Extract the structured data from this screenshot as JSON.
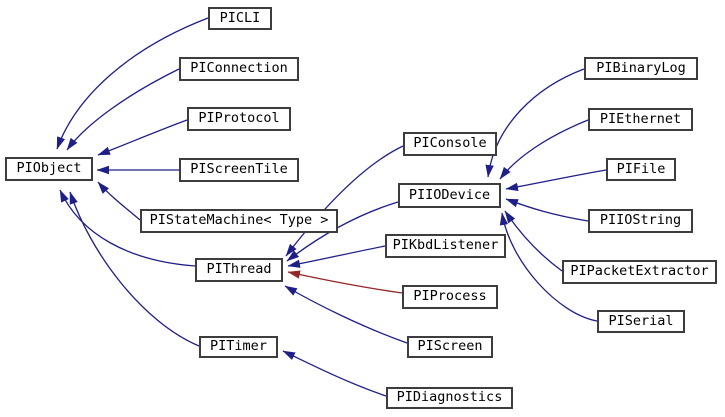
{
  "diagram": {
    "background": "#ffffff",
    "colors": {
      "public_inheritance_edge": "#1f1f8a",
      "private_inheritance_edge": "#942727",
      "box_border": "#3d3d3d",
      "box_fill": "#ffffff",
      "text": "#000000"
    },
    "nodes": {
      "piobject": "PIObject",
      "picli": "PICLI",
      "piconnection": "PIConnection",
      "piprotocol": "PIProtocol",
      "piscreentile": "PIScreenTile",
      "pistatemachine": "PIStateMachine< Type >",
      "pithread": "PIThread",
      "pitimer": "PITimer",
      "piconsole": "PIConsole",
      "piiodevice": "PIIODevice",
      "pikbdlistener": "PIKbdListener",
      "piprocess": "PIProcess",
      "piscreen": "PIScreen",
      "pibinarylog": "PIBinaryLog",
      "piethernet": "PIEthernet",
      "pifile": "PIFile",
      "piiostring": "PIIOString",
      "pipacketextractor": "PIPacketExtractor",
      "piserial": "PISerial",
      "pidiagnostics": "PIDiagnostics"
    },
    "edges": [
      {
        "from": "PICLI",
        "to": "PIObject",
        "type": "public"
      },
      {
        "from": "PIConnection",
        "to": "PIObject",
        "type": "public"
      },
      {
        "from": "PIProtocol",
        "to": "PIObject",
        "type": "public"
      },
      {
        "from": "PIScreenTile",
        "to": "PIObject",
        "type": "public"
      },
      {
        "from": "PIStateMachine< Type >",
        "to": "PIObject",
        "type": "public"
      },
      {
        "from": "PIThread",
        "to": "PIObject",
        "type": "public"
      },
      {
        "from": "PITimer",
        "to": "PIObject",
        "type": "public"
      },
      {
        "from": "PIConsole",
        "to": "PIThread",
        "type": "public"
      },
      {
        "from": "PIIODevice",
        "to": "PIThread",
        "type": "public"
      },
      {
        "from": "PIKbdListener",
        "to": "PIThread",
        "type": "public"
      },
      {
        "from": "PIProcess",
        "to": "PIThread",
        "type": "private"
      },
      {
        "from": "PIScreen",
        "to": "PIThread",
        "type": "public"
      },
      {
        "from": "PIBinaryLog",
        "to": "PIIODevice",
        "type": "public"
      },
      {
        "from": "PIEthernet",
        "to": "PIIODevice",
        "type": "public"
      },
      {
        "from": "PIFile",
        "to": "PIIODevice",
        "type": "public"
      },
      {
        "from": "PIIOString",
        "to": "PIIODevice",
        "type": "public"
      },
      {
        "from": "PIPacketExtractor",
        "to": "PIIODevice",
        "type": "public"
      },
      {
        "from": "PISerial",
        "to": "PIIODevice",
        "type": "public"
      },
      {
        "from": "PIDiagnostics",
        "to": "PITimer",
        "type": "public"
      }
    ]
  }
}
